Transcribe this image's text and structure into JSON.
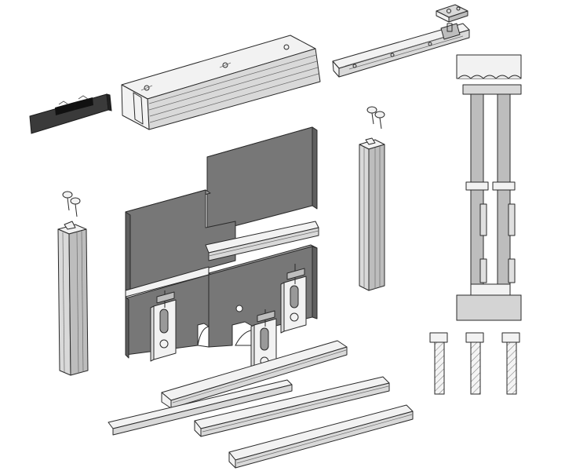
{
  "figure": {
    "kind": "exploded assembly illustration of a sliding door system",
    "palette": {
      "aluminium": "#f2f2f2",
      "aluminium_shade": "#d9d9d9",
      "panel": "#777777",
      "panel_edge": "#5f5f5f",
      "outline": "#2a2a2a",
      "background": "#ffffff"
    }
  },
  "parts": [
    "top-track-profile",
    "dark-felt-strip",
    "top-guide-rail",
    "guide-bracket",
    "panel-upper",
    "panel-lower-left",
    "panel-lower-right",
    "transom-profile",
    "left-vertical-profile",
    "right-vertical-profile",
    "roller-carriage",
    "bottom-track-profiles",
    "section-view",
    "section-profile-details"
  ]
}
